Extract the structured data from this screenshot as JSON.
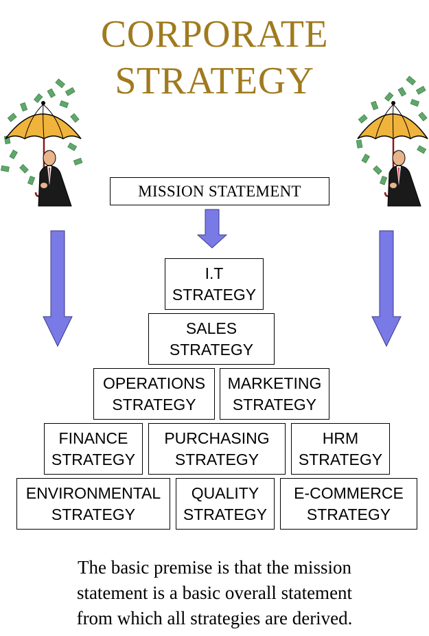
{
  "title": {
    "line1": "CORPORATE",
    "line2": "STRATEGY"
  },
  "mission": "MISSION STATEMENT",
  "boxes": {
    "it": {
      "line1": "I.T",
      "line2": "STRATEGY"
    },
    "sales": {
      "line1": "SALES",
      "line2": "STRATEGY"
    },
    "operations": {
      "line1": "OPERATIONS",
      "line2": "STRATEGY"
    },
    "marketing": {
      "line1": "MARKETING",
      "line2": "STRATEGY"
    },
    "finance": {
      "line1": "FINANCE",
      "line2": "STRATEGY"
    },
    "purchasing": {
      "line1": "PURCHASING",
      "line2": "STRATEGY"
    },
    "hrm": {
      "line1": "HRM",
      "line2": "STRATEGY"
    },
    "environmental": {
      "line1": "ENVIRONMENTAL",
      "line2": "STRATEGY"
    },
    "quality": {
      "line1": "QUALITY",
      "line2": "STRATEGY"
    },
    "ecommerce": {
      "line1": "E-COMMERCE",
      "line2": "STRATEGY"
    }
  },
  "caption": {
    "line1": "The basic premise is that the mission",
    "line2": "statement is a basic overall statement",
    "line3": "from which all strategies are derived."
  },
  "colors": {
    "title": "#a07a1e",
    "arrow": "#7a7ae6",
    "umbrella": "#f0b43c",
    "money": "#5fa86a"
  },
  "icons": {
    "figure": "man-with-umbrella-money-rain-icon",
    "arrow": "down-arrow-icon"
  }
}
